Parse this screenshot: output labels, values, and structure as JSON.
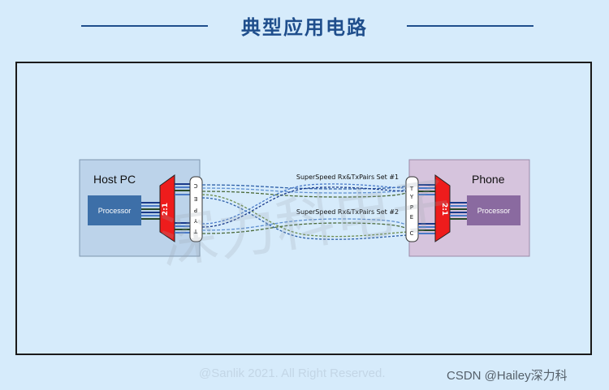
{
  "header": {
    "title": "典型应用电路"
  },
  "host": {
    "label": "Host PC",
    "processor": "Processor",
    "mux": "2:1",
    "connector_letters": [
      "C",
      "E",
      "P",
      "Y",
      "T"
    ]
  },
  "phone": {
    "label": "Phone",
    "processor": "Processor",
    "mux": "2:1",
    "connector_letters": [
      "T",
      "Y",
      "P",
      "E",
      "C"
    ]
  },
  "cables": {
    "set1": "SuperSpeed Rx&TxPairs Set #1",
    "set2": "SuperSpeed Rx&TxPairs Set #2"
  },
  "watermark": {
    "text": "深力科电子"
  },
  "footer": {
    "copyright": "@Sanlik 2021. All Right Reserved.",
    "credit": "CSDN @Hailey深力科"
  },
  "colors": {
    "accent": "#1f4e8c",
    "host_box": "#bcd3ea",
    "phone_box": "#d6c4dd",
    "host_processor": "#3d6fa8",
    "phone_processor": "#8a6aa0",
    "mux": "#ee1c1c"
  }
}
